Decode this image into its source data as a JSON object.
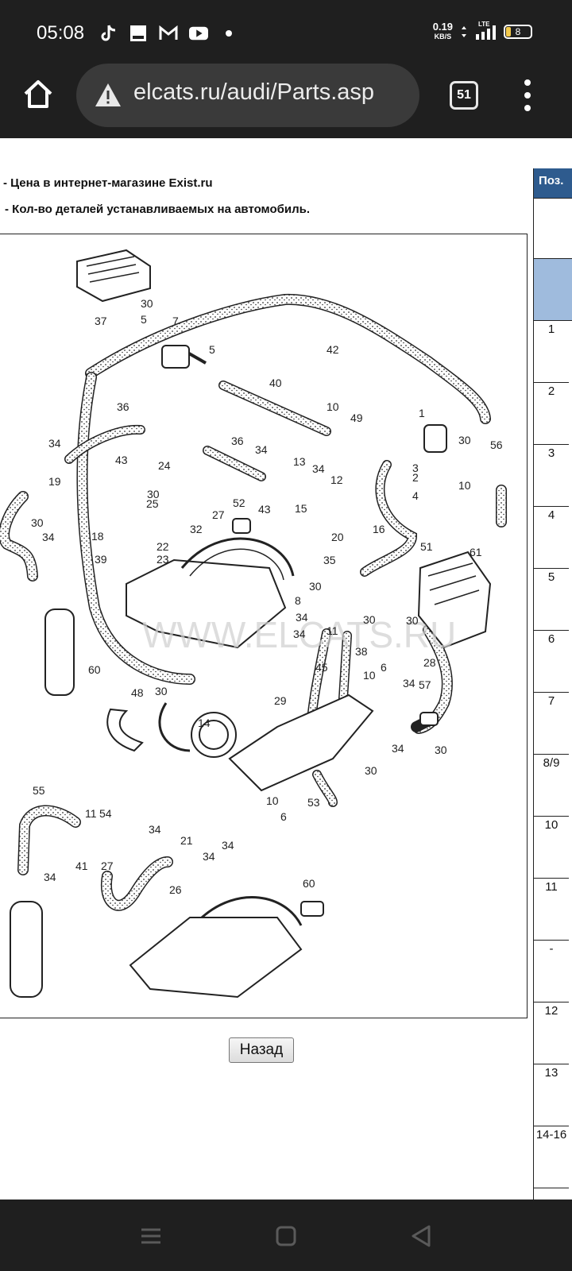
{
  "status_bar": {
    "time": "05:08",
    "speed_value": "0.19",
    "speed_unit": "KB/S",
    "network": "LTE",
    "battery": "8",
    "notification_icons": [
      "tiktok-icon",
      "gallery-icon",
      "gmail-icon",
      "youtube-icon",
      "dot-icon"
    ]
  },
  "browser": {
    "url": "elcats.ru/audi/Parts.asp",
    "tab_count": "51"
  },
  "page": {
    "legend_price": "- Цена в интернет-магазине Exist.ru",
    "legend_qty": "- Кол-во деталей устанавливаемых на автомобиль.",
    "back_button": "Назад",
    "watermark": "WWW.ELCATS.RU"
  },
  "positions_table": {
    "header": "Поз.",
    "rows": [
      "1",
      "2",
      "3",
      "4",
      "5",
      "6",
      "7",
      "8/9",
      "10",
      "11",
      "-",
      "12",
      "13",
      "14-16"
    ]
  },
  "diagram": {
    "callouts": [
      "30",
      "37",
      "5",
      "7",
      "42",
      "5",
      "40",
      "36",
      "10",
      "49",
      "1",
      "30",
      "56",
      "34",
      "36",
      "34",
      "13",
      "34",
      "12",
      "3",
      "2",
      "4",
      "10",
      "43",
      "24",
      "19",
      "30",
      "25",
      "43",
      "15",
      "20",
      "16",
      "30",
      "34",
      "18",
      "22",
      "32",
      "27",
      "52",
      "51",
      "61",
      "39",
      "23",
      "35",
      "30",
      "8",
      "34",
      "11",
      "30",
      "30",
      "34",
      "38",
      "45",
      "28",
      "60",
      "48",
      "30",
      "14",
      "29",
      "10",
      "6",
      "34",
      "57",
      "34",
      "30",
      "30",
      "53",
      "10",
      "6",
      "55",
      "34",
      "11",
      "54",
      "34",
      "21",
      "41",
      "34",
      "34",
      "27",
      "26",
      "60"
    ]
  },
  "colors": {
    "chrome_bg": "#1f1f1f",
    "url_bar_bg": "#3a3a3a",
    "table_header": "#2e5b8e",
    "table_highlight": "#9fbbdd"
  }
}
